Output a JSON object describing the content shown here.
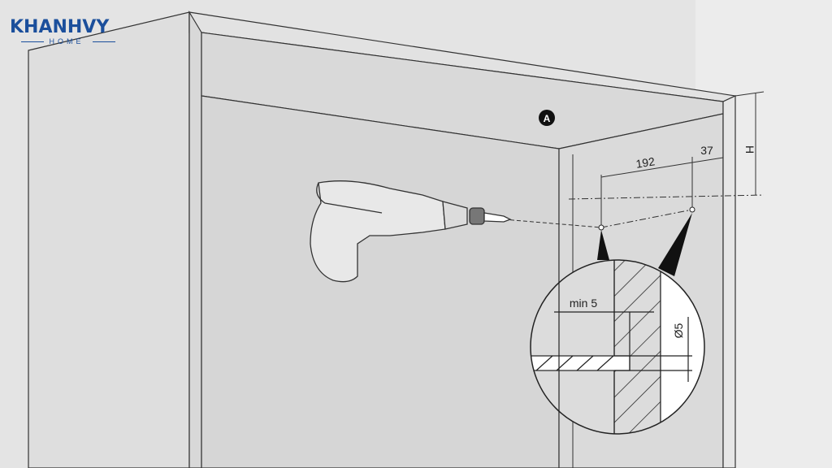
{
  "logo": {
    "brand": "KHANHVY",
    "sub": "HOME"
  },
  "diagram": {
    "marker": "A",
    "dim_spacing": "192",
    "dim_edge": "37",
    "dim_height": "H",
    "detail_depth": "min 5",
    "detail_diameter": "Ø5"
  },
  "colors": {
    "background": "#e4e4e4",
    "panel": "#dcdcdc",
    "line": "#2a2a2a",
    "brand": "#1b4f9c"
  }
}
